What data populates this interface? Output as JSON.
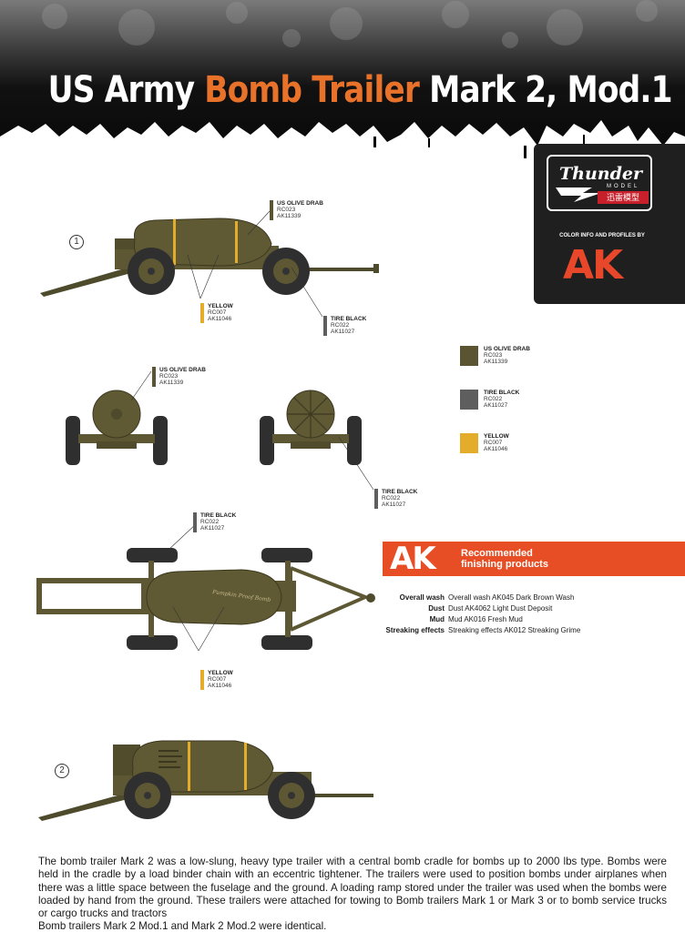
{
  "title": {
    "part1": "US Army ",
    "part2": "Bomb Trailer",
    "part3": " Mark 2, Mod.1"
  },
  "brand": {
    "thunder": "Thunder",
    "model": "MODEL",
    "chinese": "迅雷模型",
    "caption": "COLOR INFO AND PROFILES BY",
    "ak": "AK"
  },
  "colors": {
    "olive": "#5a5432",
    "black": "#5e5e5e",
    "yellow": "#e3ac2a",
    "accent": "#e84e25"
  },
  "paints": {
    "olive": {
      "name": "US OLIVE DRAB",
      "rc": "RC023",
      "ak": "AK11339"
    },
    "black": {
      "name": "TIRE BLACK",
      "rc": "RC022",
      "ak": "AK11027"
    },
    "yellow": {
      "name": "YELLOW",
      "rc": "RC007",
      "ak": "AK11046"
    }
  },
  "markers": {
    "one": "1",
    "two": "2"
  },
  "bomb_stencil": "Pumpkin Proof Bomb",
  "finishing": {
    "ak": "AK",
    "title_line1": "Recommended",
    "title_line2": "finishing products",
    "rows": [
      {
        "key": "Overall wash",
        "value": "Overall wash AK045 Dark Brown Wash"
      },
      {
        "key": "Dust",
        "value": "Dust AK4062 Light Dust Deposit"
      },
      {
        "key": "Mud",
        "value": "Mud AK016 Fresh Mud"
      },
      {
        "key": "Streaking effects",
        "value": "Streaking effects AK012 Streaking Grime"
      }
    ]
  },
  "description": [
    "The bomb trailer Mark 2 was a low-slung, heavy type trailer with a central bomb cradle for bombs up to 2000 lbs type. Bombs were held in the cradle by a load binder chain with an eccentric tightener. The trailers were used to position bombs under airplanes when there was a little space between the fuselage and the ground. A loading ramp stored under the trailer was used when the bombs were loaded by hand from the ground. These trailers were attached for towing to Bomb trailers Mark 1 or Mark 3 or to bomb service trucks or cargo trucks and tractors",
    "Bomb trailers Mark 2 Mod.1 and Mark 2 Mod.2 were identical."
  ]
}
